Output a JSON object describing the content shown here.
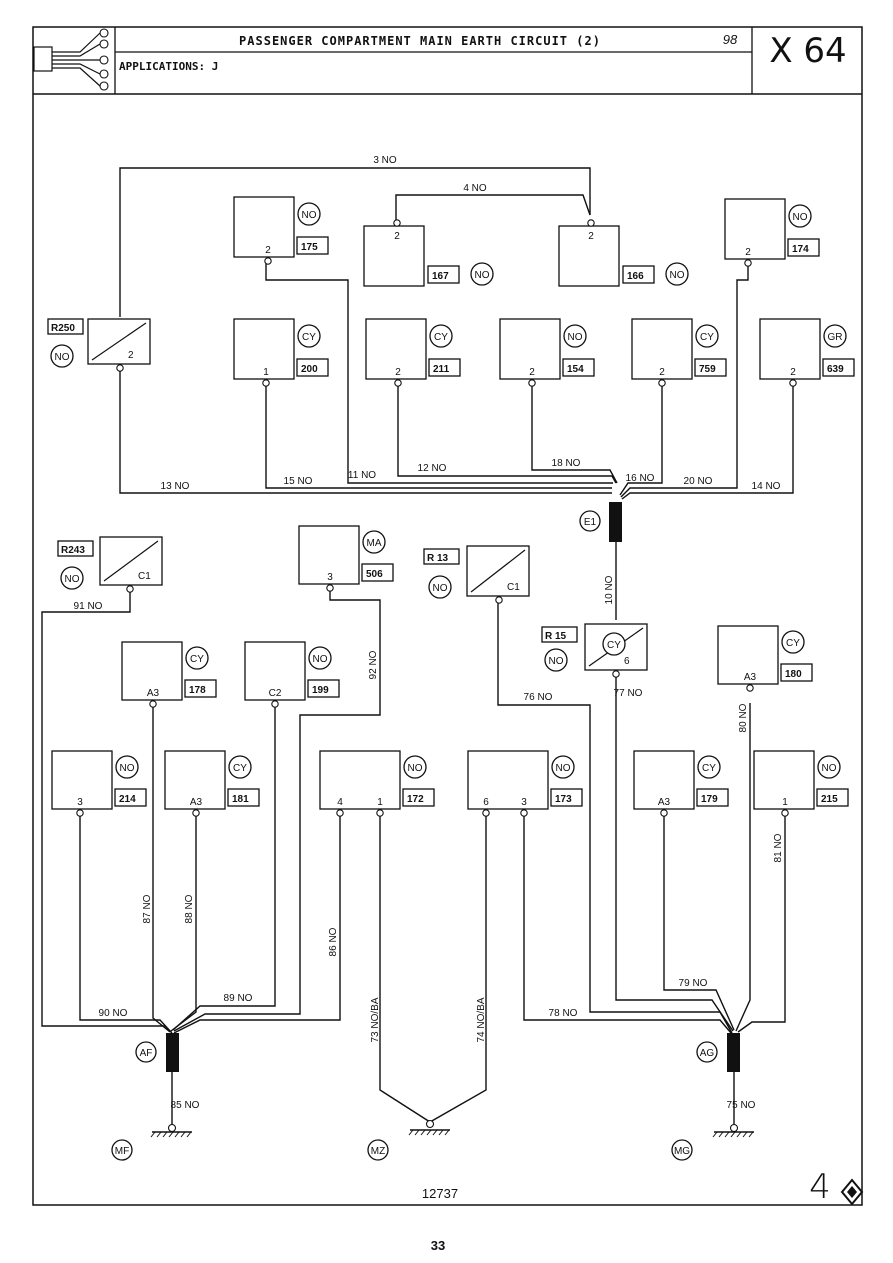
{
  "header": {
    "title": "PASSENGER COMPARTMENT MAIN EARTH CIRCUIT (2)",
    "year": "98",
    "applications": "APPLICATIONS:  J",
    "code": "X  64"
  },
  "footer": {
    "diagram_number": "12737",
    "sheet": "4",
    "page_number": "33"
  },
  "components": [
    {
      "id": "175",
      "pin": "2",
      "color": "NO"
    },
    {
      "id": "167",
      "pin": "2",
      "color": "NO"
    },
    {
      "id": "166",
      "pin": "2",
      "color": "NO"
    },
    {
      "id": "174",
      "pin": "2",
      "color": "NO"
    },
    {
      "id": "200",
      "pin": "1",
      "color": "CY"
    },
    {
      "id": "211",
      "pin": "2",
      "color": "CY"
    },
    {
      "id": "154",
      "pin": "2",
      "color": "NO"
    },
    {
      "id": "759",
      "pin": "2",
      "color": "CY"
    },
    {
      "id": "639",
      "pin": "2",
      "color": "GR"
    },
    {
      "id": "506",
      "pin": "3",
      "color": "MA"
    },
    {
      "id": "178",
      "pin": "A3",
      "color": "CY"
    },
    {
      "id": "199",
      "pin": "C2",
      "color": "NO"
    },
    {
      "id": "180",
      "pin": "A3",
      "color": "CY"
    },
    {
      "id": "214",
      "pin": "3",
      "color": "NO"
    },
    {
      "id": "181",
      "pin": "A3",
      "color": "CY"
    },
    {
      "id": "172",
      "pins": [
        "4",
        "1"
      ],
      "color": "NO"
    },
    {
      "id": "173",
      "pins": [
        "6",
        "3"
      ],
      "color": "NO"
    },
    {
      "id": "179",
      "pin": "A3",
      "color": "CY"
    },
    {
      "id": "215",
      "pin": "1",
      "color": "NO"
    }
  ],
  "connectors": [
    {
      "id": "R250",
      "pin": "2",
      "color": "NO"
    },
    {
      "id": "R243",
      "pin": "C1",
      "color": "NO"
    },
    {
      "id": "R 13",
      "pin": "C1",
      "color": "NO"
    },
    {
      "id": "R 15",
      "pin": "6",
      "color": "CY",
      "color2": "NO"
    }
  ],
  "wires": [
    "3 NO",
    "4 NO",
    "13 NO",
    "15 NO",
    "11 NO",
    "12 NO",
    "18 NO",
    "16 NO",
    "20 NO",
    "14 NO",
    "10 NO",
    "91 NO",
    "92 NO",
    "76 NO",
    "77 NO",
    "80 NO",
    "87 NO",
    "88 NO",
    "86 NO",
    "81 NO",
    "90 NO",
    "89 NO",
    "73 NO/BA",
    "74 NO/BA",
    "78 NO",
    "79 NO",
    "85 NO",
    "75 NO"
  ],
  "splices": [
    "E1",
    "AF",
    "AG"
  ],
  "earths": [
    "MF",
    "MZ",
    "MG"
  ]
}
